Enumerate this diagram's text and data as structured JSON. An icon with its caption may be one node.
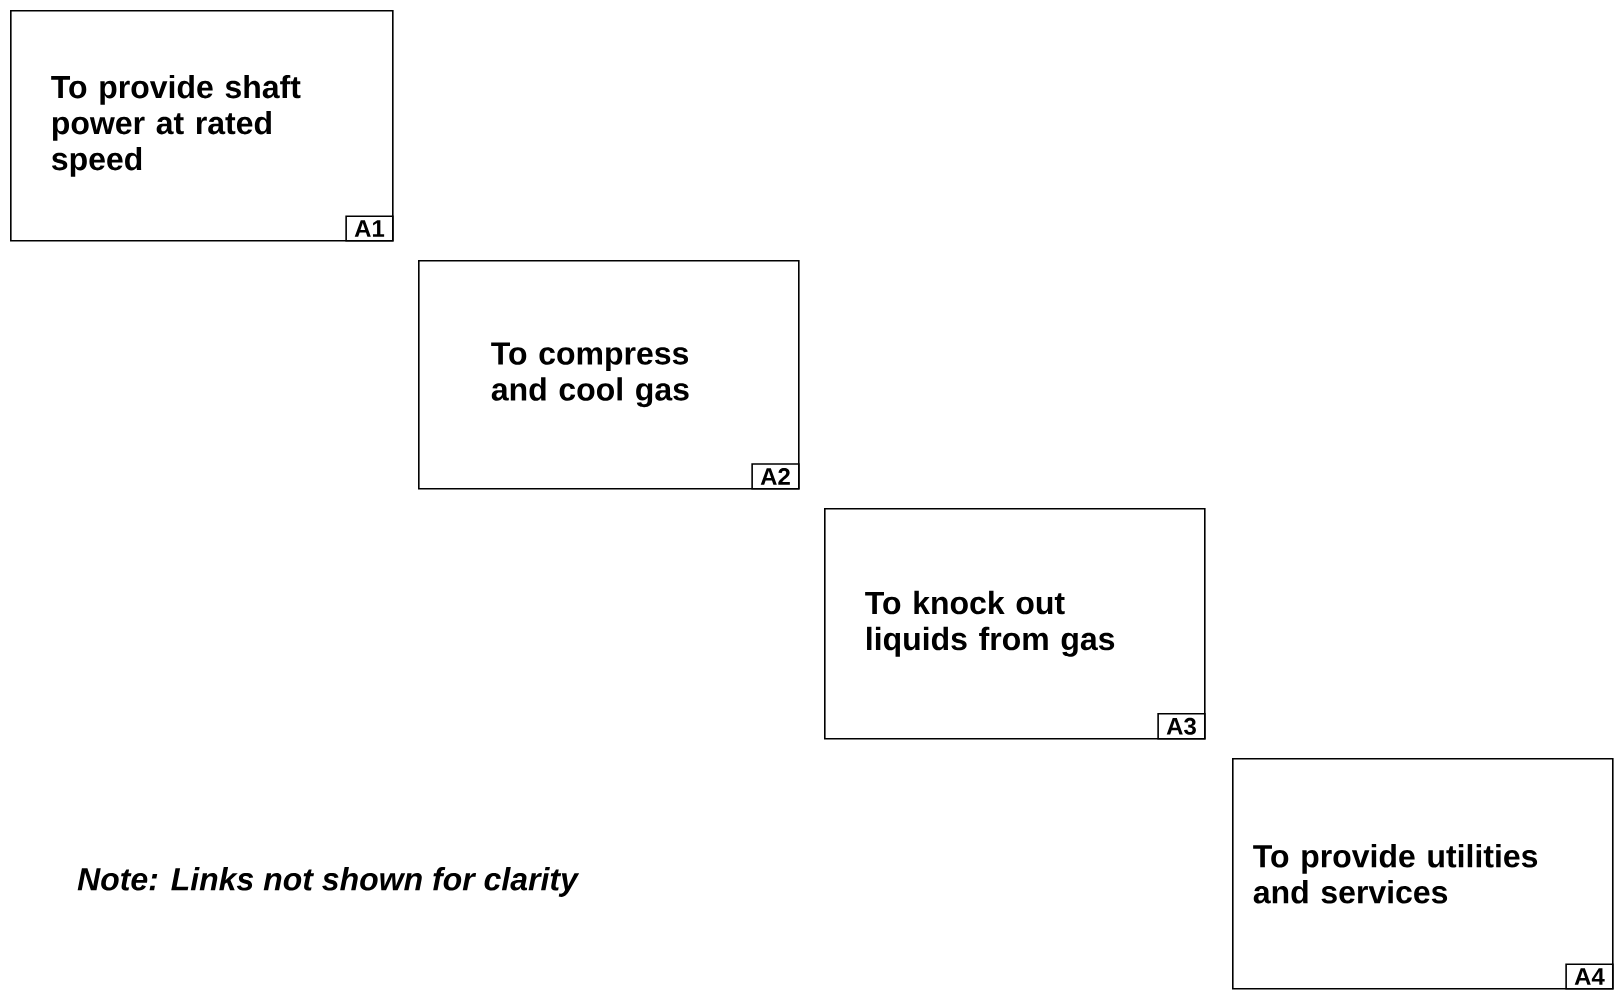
{
  "diagram": {
    "nodes": [
      {
        "text": [
          "To provide shaft power at rated speed"
        ]
      },
      {
        "text": [
          "A1"
        ],
        "in": 0
      },
      {
        "text": [
          "To compress and cool gas"
        ]
      },
      {
        "text": [
          "A2"
        ],
        "in": 2
      },
      {
        "text": [
          "To knock out liquids from gas"
        ]
      },
      {
        "text": [
          "A3"
        ],
        "in": 4
      },
      {
        "text": [
          "To provide utilities and services"
        ]
      },
      {
        "text": [
          "A4"
        ],
        "in": 6
      }
    ],
    "labels": [
      "Note: Links not shown for clarity"
    ]
  }
}
